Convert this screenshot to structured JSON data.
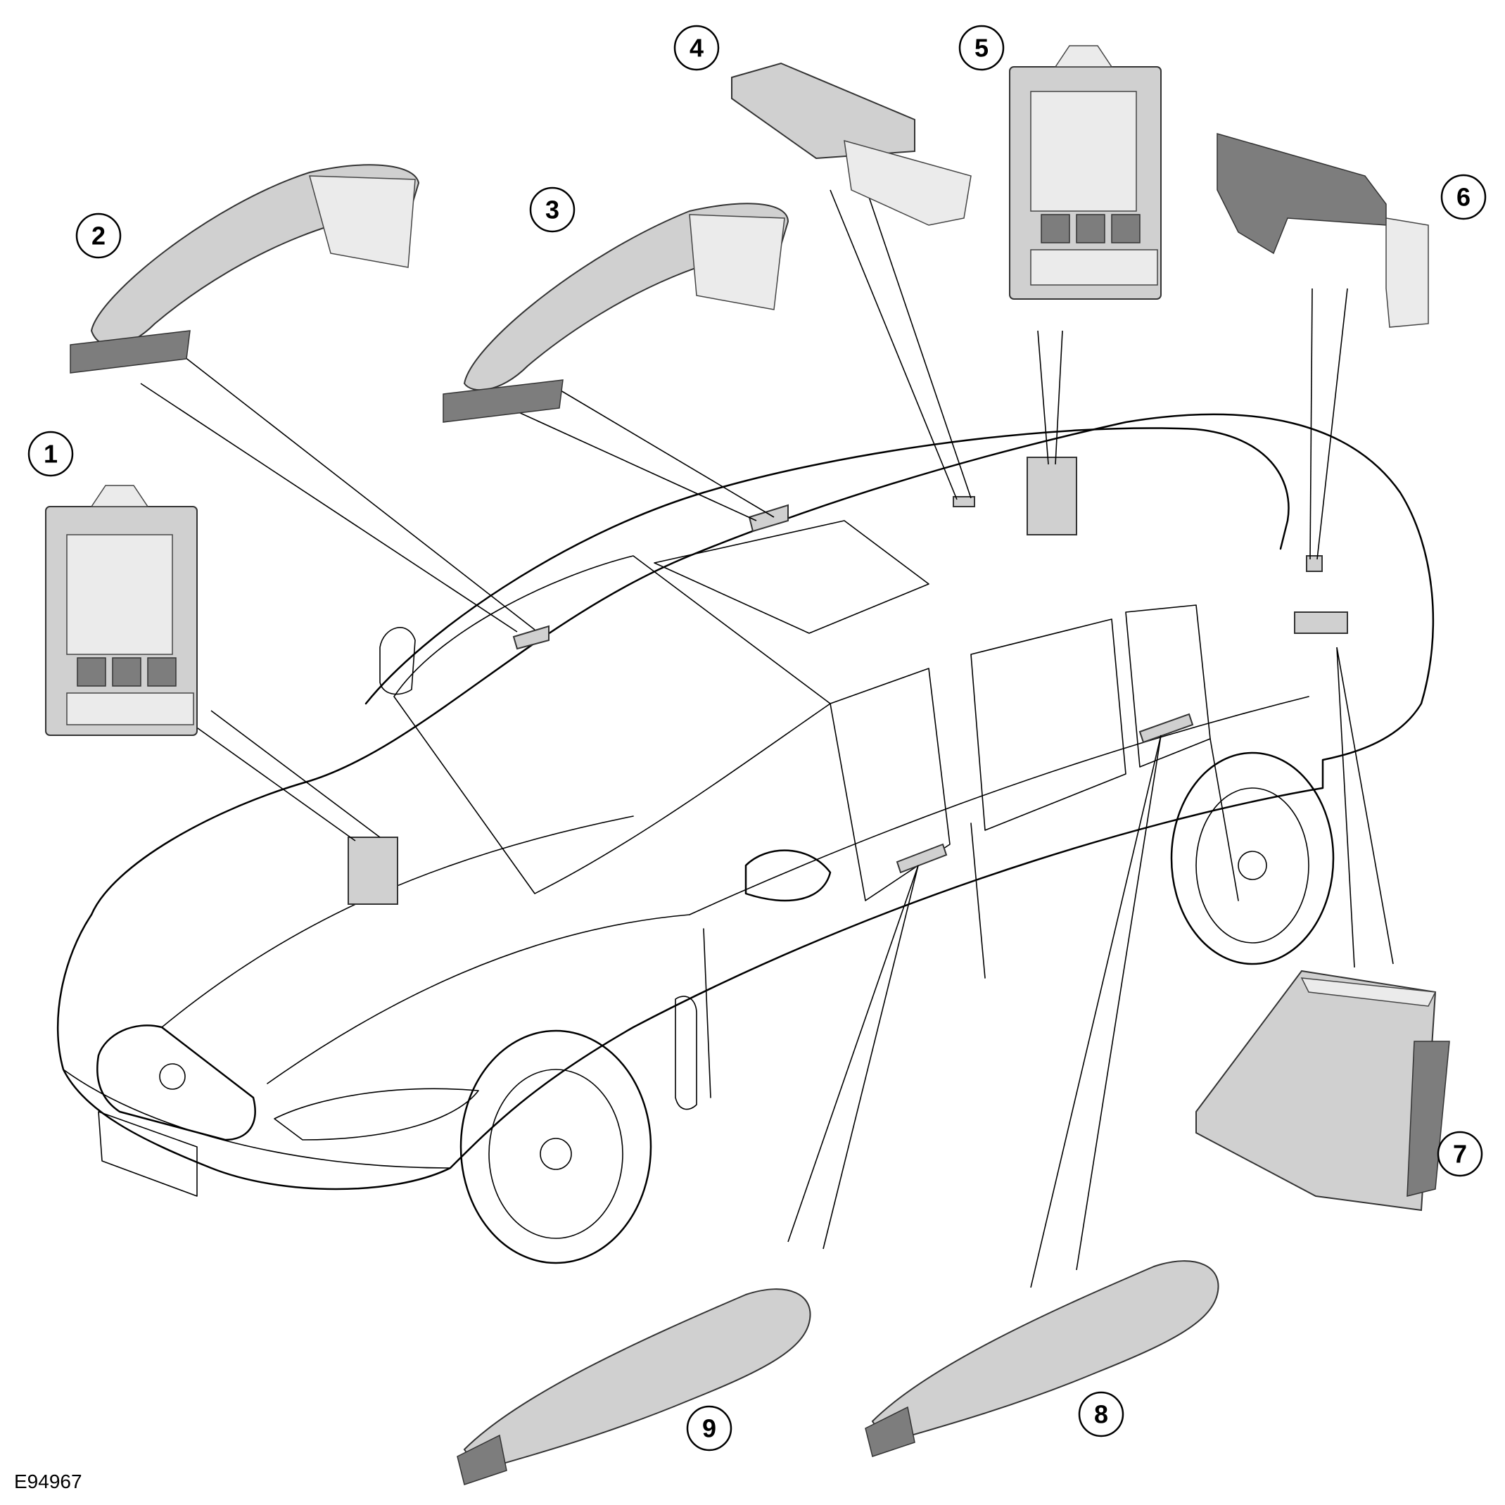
{
  "figure": {
    "id": "E94967"
  },
  "callouts": [
    {
      "label": "1"
    },
    {
      "label": "2"
    },
    {
      "label": "3"
    },
    {
      "label": "4"
    },
    {
      "label": "5"
    },
    {
      "label": "6"
    },
    {
      "label": "7"
    },
    {
      "label": "8"
    },
    {
      "label": "9"
    }
  ]
}
